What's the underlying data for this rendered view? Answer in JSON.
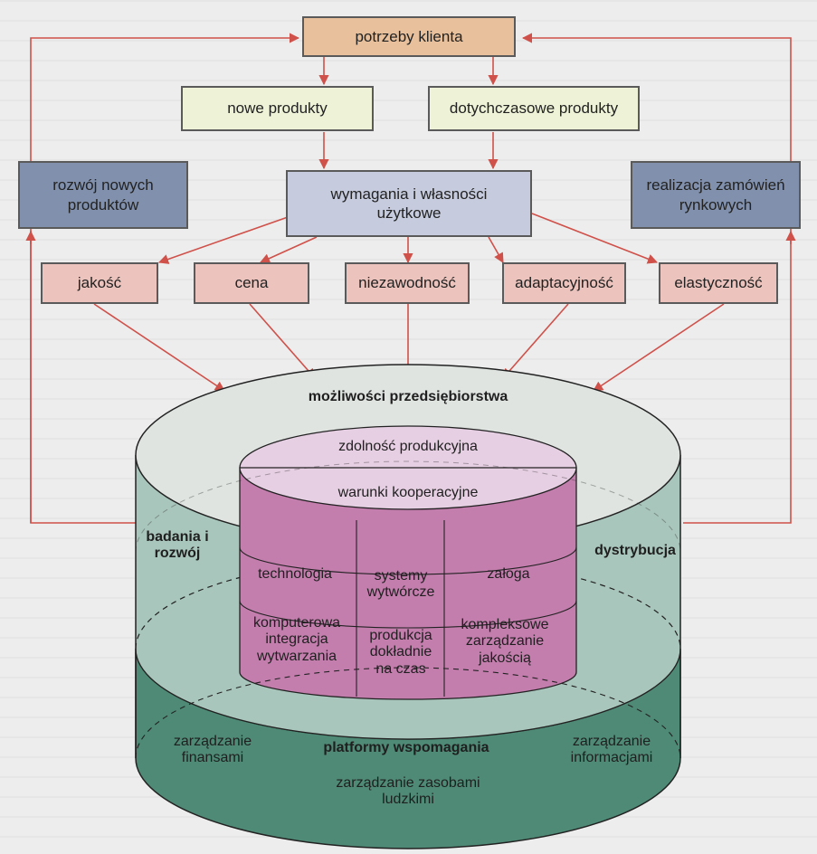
{
  "top": {
    "client_needs": "potrzeby klienta"
  },
  "products": {
    "new": "nowe produkty",
    "existing": "dotychczasowe produkty"
  },
  "side": {
    "new_product_dev": "rozwój nowych produktów",
    "market_orders": "realizacja zamówień rynkowych"
  },
  "center": {
    "requirements": "wymagania i własności użytkowe"
  },
  "attributes": [
    "jakość",
    "cena",
    "niezawodność",
    "adaptacyjność",
    "elastyczność"
  ],
  "cylinder": {
    "title": "możliwości przedsiębiorstwa",
    "production_capacity": "zdolność produkcyjna",
    "cooperation": "warunki kooperacyjne",
    "rnd": "badania i rozwój",
    "distribution": "dystrybucja",
    "technology": "technologia",
    "manufacturing_systems": "systemy wytwórcze",
    "crew": "załoga",
    "cim": "komputerowa integracja wytwarzania",
    "jit": "produkcja dokładnie na czas",
    "tqm": "kompleksowe zarządzanie jakością",
    "support_platforms": "platformy wspomagania",
    "finance": "zarządzanie finansami",
    "info": "zarządzanie informacjami",
    "hr": "zarządzanie zasobami ludzkimi"
  },
  "colors": {
    "arrow": "#d0504a",
    "outer_cylinder": "#a9c6bd",
    "lower_cylinder": "#4e8a76",
    "inner_cylinder": "#c47eae",
    "inner_top": "#e7cfe3"
  }
}
